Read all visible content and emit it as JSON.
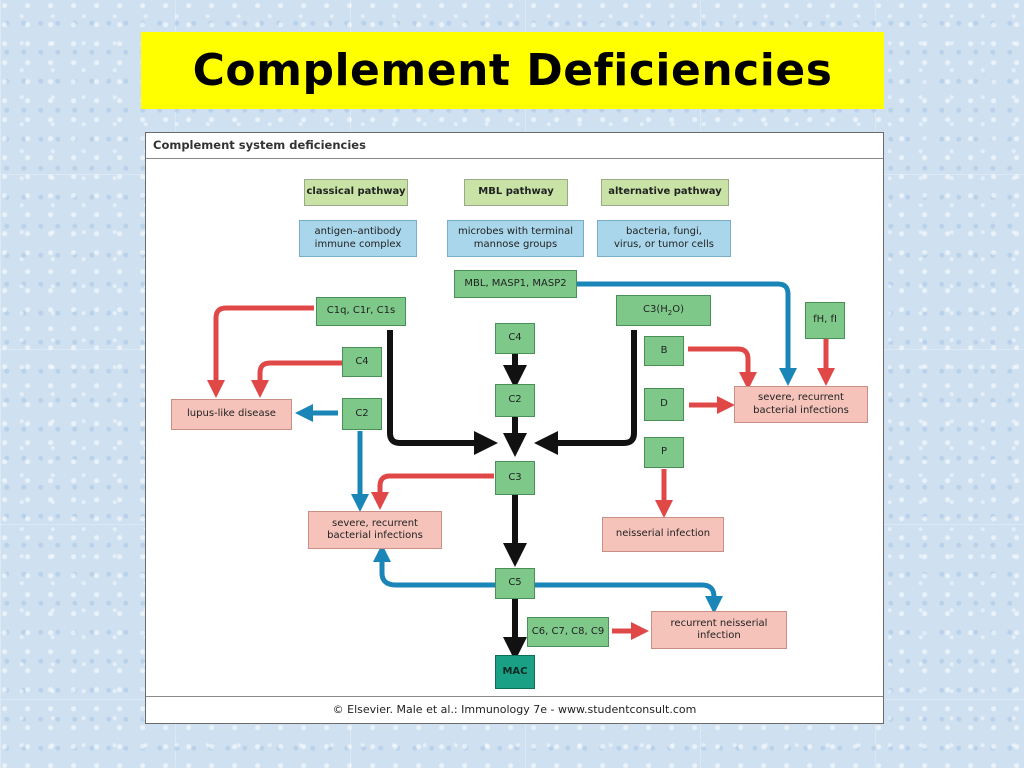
{
  "slide_title": "Complement Deficiencies",
  "figure": {
    "header": "Complement system deficiencies",
    "footer": "© Elsevier. Male et al.: Immunology 7e - www.studentconsult.com"
  },
  "pathways": {
    "classical": "classical pathway",
    "mbl": "MBL pathway",
    "alternative": "alternative pathway"
  },
  "triggers": {
    "classical": [
      "antigen–antibody",
      "immune complex"
    ],
    "mbl": [
      "microbes with terminal",
      "mannose groups"
    ],
    "alternative": [
      "bacteria, fungi,",
      "virus, or tumor cells"
    ]
  },
  "components": {
    "mbl_masp": "MBL, MASP1, MASP2",
    "c1": "C1q, C1r, C1s",
    "c4_left": "C4",
    "c2_left": "C2",
    "c4_center": "C4",
    "c2_center": "C2",
    "c3h2o_prefix": "C3(H",
    "c3h2o_sub": "2",
    "c3h2o_suffix": "O)",
    "fh_fi": "fH, fI",
    "b": "B",
    "d": "D",
    "p": "P",
    "c3": "C3",
    "c5": "C5",
    "c6_c9": "C6, C7, C8, C9",
    "mac": "MAC"
  },
  "diseases": {
    "lupus": "lupus-like disease",
    "severe_left": [
      "severe, recurrent",
      "bacterial infections"
    ],
    "severe_right": [
      "severe, recurrent",
      "bacterial infections"
    ],
    "neisserial": "neisserial infection",
    "recurrent_neisserial": [
      "recurrent neisserial",
      "infection"
    ]
  },
  "colors": {
    "black_arrow": "#111111",
    "red_arrow": "#e04848",
    "blue_arrow": "#1a86b8"
  }
}
